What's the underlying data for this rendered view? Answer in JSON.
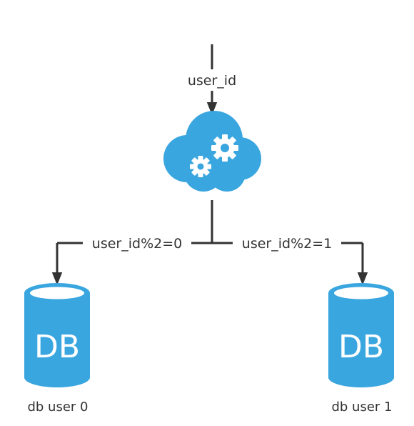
{
  "colors": {
    "accent": "#3aa6df",
    "line": "#333333"
  },
  "input": {
    "label": "user_id"
  },
  "router": {
    "icon": "cloud-gears-icon"
  },
  "branches": [
    {
      "condition": "user_id%2=0",
      "db_text": "DB",
      "caption": "db user 0"
    },
    {
      "condition": "user_id%2=1",
      "db_text": "DB",
      "caption": "db user 1"
    }
  ]
}
